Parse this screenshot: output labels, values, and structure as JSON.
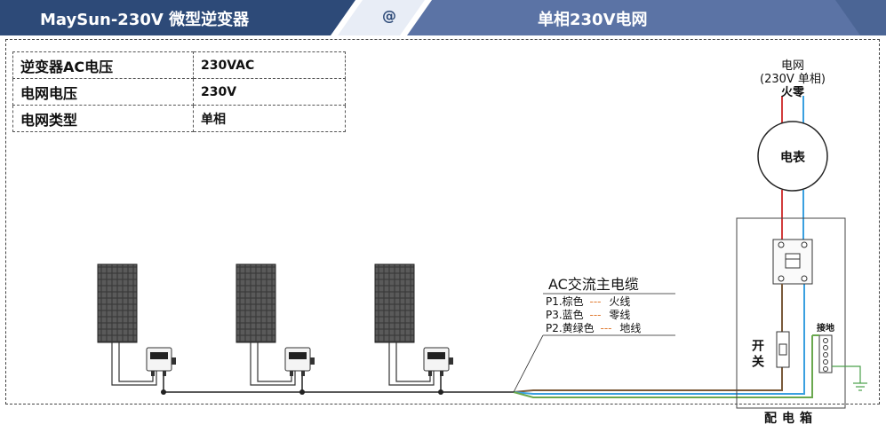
{
  "header": {
    "left_title": "MaySun-230V 微型逆变器",
    "connector_symbol": "@",
    "right_title": "单相230V电网",
    "color_dark": "#2d4a78",
    "color_light": "#5b73a5"
  },
  "specs": [
    {
      "label": "逆变器AC电压",
      "value": "230VAC"
    },
    {
      "label": "电网电压",
      "value": "230V"
    },
    {
      "label": "电网类型",
      "value": "单相"
    }
  ],
  "grid": {
    "title": "电网",
    "subtitle": "(230V 单相)",
    "live_neutral": "火零",
    "meter_label": "电表"
  },
  "cable": {
    "title": "AC交流主电缆",
    "wires": [
      {
        "pin": "P1.棕色",
        "dash": "---",
        "meaning": "火线",
        "color": "#7a5a3a"
      },
      {
        "pin": "P3.蓝色",
        "dash": "---",
        "meaning": "零线",
        "color": "#3aa0e0"
      },
      {
        "pin": "P2.黄绿色",
        "dash": "---",
        "meaning": "地线",
        "color": "#6aa84f"
      }
    ]
  },
  "panel_box": {
    "switch_label": "开关",
    "ground_label": "接地",
    "box_label": "配电箱"
  },
  "wire_colors": {
    "live_red": "#d23c3c",
    "neutral_blue": "#3aa0e0",
    "brown": "#7a5a3a",
    "green": "#4aa04a"
  }
}
